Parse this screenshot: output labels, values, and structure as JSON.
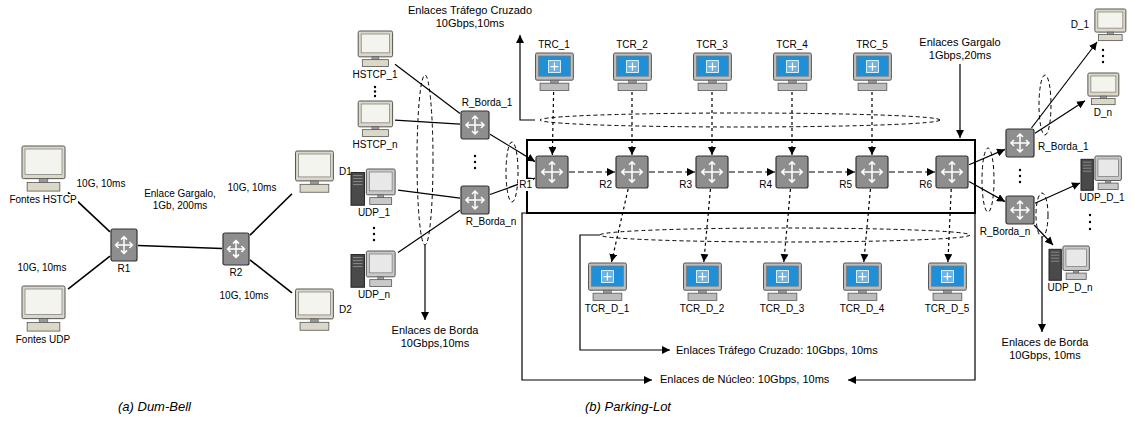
{
  "diagram": {
    "nodes": [
      {
        "text": [
          "Fontes HSTCP"
        ]
      },
      {
        "text": [
          "Fontes UDP"
        ]
      },
      {
        "text": [
          "R1"
        ]
      },
      {
        "text": [
          "R2"
        ]
      },
      {
        "text": [
          "D1"
        ]
      },
      {
        "text": [
          "D2"
        ]
      },
      {
        "text": [
          "HSTCP_1"
        ]
      },
      {
        "text": [
          "HSTCP_n"
        ]
      },
      {
        "text": [
          "UDP_1"
        ]
      },
      {
        "text": [
          "UDP_n"
        ]
      },
      {
        "text": [
          "R_Borda_1"
        ]
      },
      {
        "text": [
          "R_Borda_n"
        ]
      },
      {
        "text": [
          "TRC_1"
        ]
      },
      {
        "text": [
          "TCR_2"
        ]
      },
      {
        "text": [
          "TCR_3"
        ]
      },
      {
        "text": [
          "TCR_4"
        ]
      },
      {
        "text": [
          "TRC_5"
        ]
      },
      {
        "text": [
          "R1"
        ]
      },
      {
        "text": [
          "R2"
        ]
      },
      {
        "text": [
          "R3"
        ]
      },
      {
        "text": [
          "R4"
        ]
      },
      {
        "text": [
          "R5"
        ]
      },
      {
        "text": [
          "R6"
        ]
      },
      {
        "text": [
          "TCR_D_1"
        ]
      },
      {
        "text": [
          "TCR_D_2"
        ]
      },
      {
        "text": [
          "TCR_D_3"
        ]
      },
      {
        "text": [
          "TCR_D_4"
        ]
      },
      {
        "text": [
          "TCR_D_5"
        ]
      },
      {
        "text": [
          "R_Borda_1"
        ]
      },
      {
        "text": [
          "R_Borda_n"
        ]
      },
      {
        "text": [
          "D_1"
        ]
      },
      {
        "text": [
          "D_n"
        ]
      },
      {
        "text": [
          "UDP_D_1"
        ]
      },
      {
        "text": [
          "UDP_D_n"
        ]
      }
    ],
    "edges": [
      {
        "from": 0,
        "to": 2,
        "arrow": "none",
        "label": "10G, 10ms"
      },
      {
        "from": 1,
        "to": 2,
        "arrow": "none",
        "label": "10G, 10ms"
      },
      {
        "from": 2,
        "to": 3,
        "arrow": "none",
        "label": "Enlace Gargalo, 1Gb, 200ms"
      },
      {
        "from": 3,
        "to": 4,
        "arrow": "none",
        "label": "10G, 10ms"
      },
      {
        "from": 3,
        "to": 5,
        "arrow": "none",
        "label": "10G, 10ms"
      },
      {
        "from": 6,
        "to": 10,
        "arrow": "none"
      },
      {
        "from": 7,
        "to": 10,
        "arrow": "none"
      },
      {
        "from": 8,
        "to": 11,
        "arrow": "none"
      },
      {
        "from": 9,
        "to": 11,
        "arrow": "none"
      },
      {
        "from": 10,
        "to": 17,
        "arrow": "to"
      },
      {
        "from": 11,
        "to": 17,
        "arrow": "to"
      },
      {
        "from": 17,
        "to": 18,
        "arrow": "to"
      },
      {
        "from": 18,
        "to": 19,
        "arrow": "to"
      },
      {
        "from": 19,
        "to": 20,
        "arrow": "to"
      },
      {
        "from": 20,
        "to": 21,
        "arrow": "to"
      },
      {
        "from": 21,
        "to": 22,
        "arrow": "to"
      },
      {
        "from": 12,
        "to": 17,
        "arrow": "to"
      },
      {
        "from": 13,
        "to": 18,
        "arrow": "to"
      },
      {
        "from": 14,
        "to": 19,
        "arrow": "to"
      },
      {
        "from": 15,
        "to": 20,
        "arrow": "to"
      },
      {
        "from": 16,
        "to": 21,
        "arrow": "to"
      },
      {
        "from": 18,
        "to": 23,
        "arrow": "to"
      },
      {
        "from": 19,
        "to": 24,
        "arrow": "to"
      },
      {
        "from": 20,
        "to": 25,
        "arrow": "to"
      },
      {
        "from": 21,
        "to": 26,
        "arrow": "to"
      },
      {
        "from": 22,
        "to": 27,
        "arrow": "to"
      },
      {
        "from": 22,
        "to": 28,
        "arrow": "to"
      },
      {
        "from": 22,
        "to": 29,
        "arrow": "to"
      },
      {
        "from": 28,
        "to": 30,
        "arrow": "to"
      },
      {
        "from": 28,
        "to": 31,
        "arrow": "to"
      },
      {
        "from": 29,
        "to": 32,
        "arrow": "to"
      },
      {
        "from": 29,
        "to": 33,
        "arrow": "to"
      }
    ],
    "labels": [
      "Enlaces Tráfego Cruzado 10Gbps,10ms",
      "Enlaces Gargalo 1Gbps,20ms",
      "Enlaces de Borda 10Gbps,10ms",
      "Enlaces de Borda 10Gbps, 10ms",
      "Enlaces Tráfego Cruzado: 10Gbps, 10ms",
      "Enlaces de Núcleo: 10Gbps, 10ms",
      "(a) Dum-Bell",
      "(b) Parking-Lot"
    ]
  }
}
